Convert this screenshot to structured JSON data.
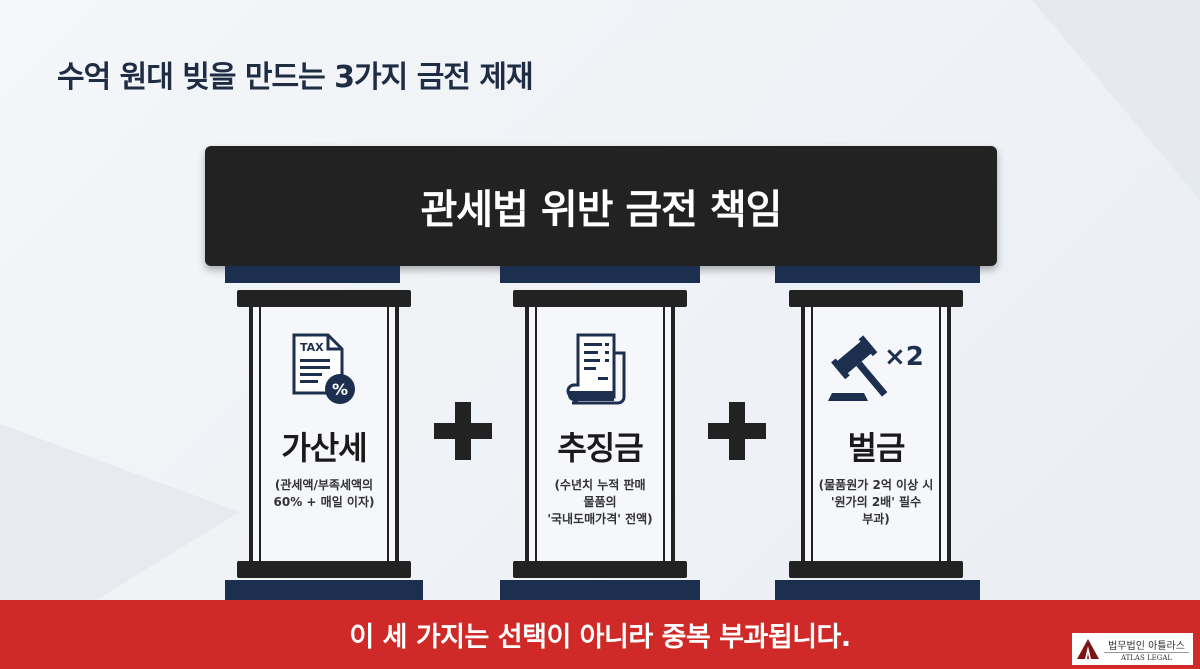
{
  "title": "수억 원대 빚을 만드는 3가지 금전 제재",
  "banner": "관세법 위반 금전 책임",
  "pillars": [
    {
      "name": "가산세",
      "desc": "(관세액/부족세액의\n60% + 매일 이자)",
      "icon": "tax-document-icon",
      "icon_text": "TAX"
    },
    {
      "name": "추징금",
      "desc": "(수년치 누적 판매\n물품의\n'국내도매가격' 전액)",
      "icon": "receipt-icon"
    },
    {
      "name": "벌금",
      "desc": "(물품원가 2억 이상 시\n'원가의 2배' 필수\n부과)",
      "icon": "gavel-icon",
      "icon_text": "×2"
    }
  ],
  "footer": "이 세 가지는 선택이 아니라 중복 부과됩니다.",
  "logo": {
    "ko": "법무법인 아틀라스",
    "en": "ATLAS LEGAL"
  },
  "colors": {
    "navy": "#1d2f4f",
    "red": "#cf2a27",
    "dark": "#222222"
  }
}
